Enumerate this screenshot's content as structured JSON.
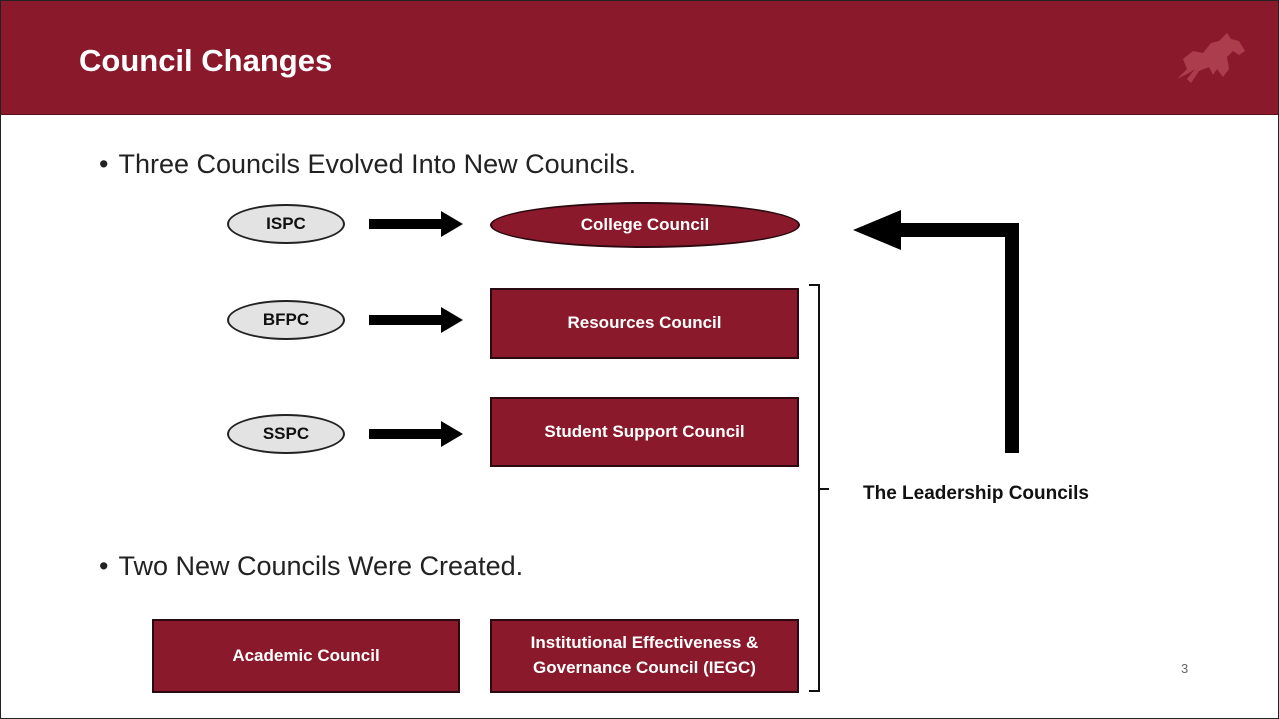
{
  "header": {
    "title": "Council Changes",
    "logo_icon": "horse-icon",
    "background_color": "#8a1a2b"
  },
  "bullets": [
    "Three Councils Evolved Into New Councils.",
    "Two New Councils Were Created."
  ],
  "old_councils": [
    "ISPC",
    "BFPC",
    "SSPC"
  ],
  "new_councils": {
    "college": "College Council",
    "resources": "Resources Council",
    "student_support": "Student Support Council"
  },
  "created_councils": {
    "academic": "Academic Council",
    "iegc_line1": "Institutional Effectiveness &",
    "iegc_line2": "Governance Council (IEGC)"
  },
  "bracket_label": "The Leadership Councils",
  "page_number": "3",
  "colors": {
    "maroon": "#8a1a2b",
    "pill_fill": "#e3e3e3"
  }
}
